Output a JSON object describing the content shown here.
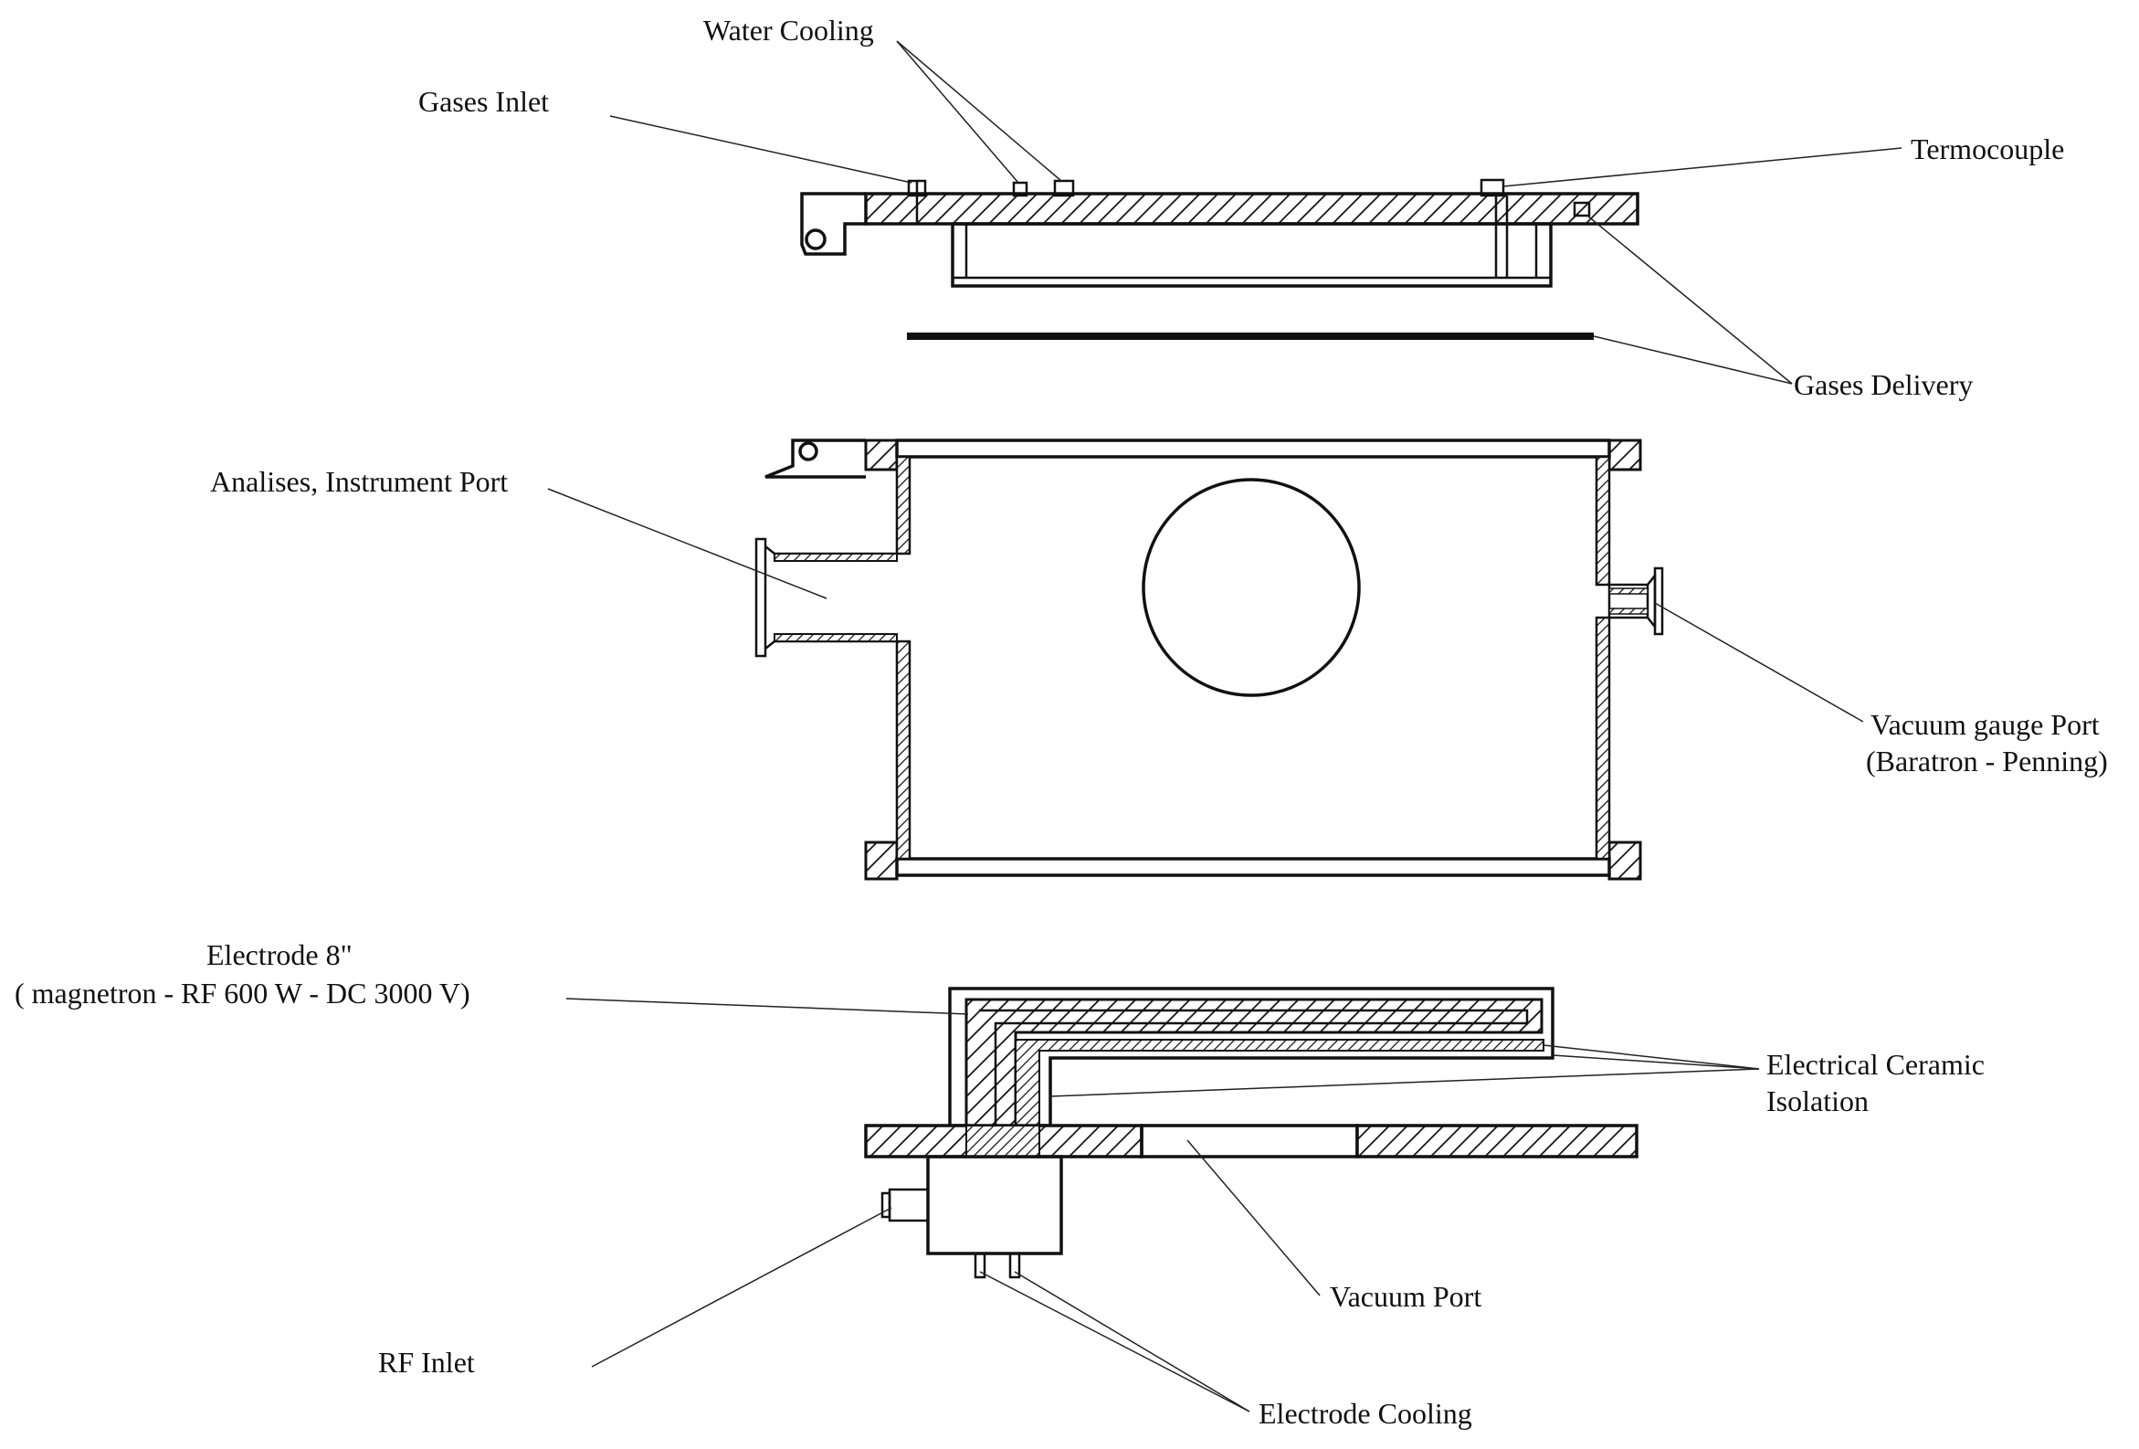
{
  "labels": {
    "water_cooling": "Water Cooling",
    "gases_inlet": "Gases Inlet",
    "termocouple": "Termocouple",
    "gases_delivery": "Gases Delivery",
    "analises_port": "Analises, Instrument Port",
    "vacuum_gauge_line1": "Vacuum gauge Port",
    "vacuum_gauge_line2": "(Baratron - Penning)",
    "electrode_line1": "Electrode 8\"",
    "electrode_line2": "( magnetron - RF 600 W - DC 3000 V)",
    "ceramic_line1": "Electrical Ceramic",
    "ceramic_line2": "Isolation",
    "vacuum_port": "Vacuum Port",
    "rf_inlet": "RF Inlet",
    "electrode_cooling": "Electrode Cooling"
  },
  "colors": {
    "ink": "#111111",
    "background": "#ffffff"
  }
}
